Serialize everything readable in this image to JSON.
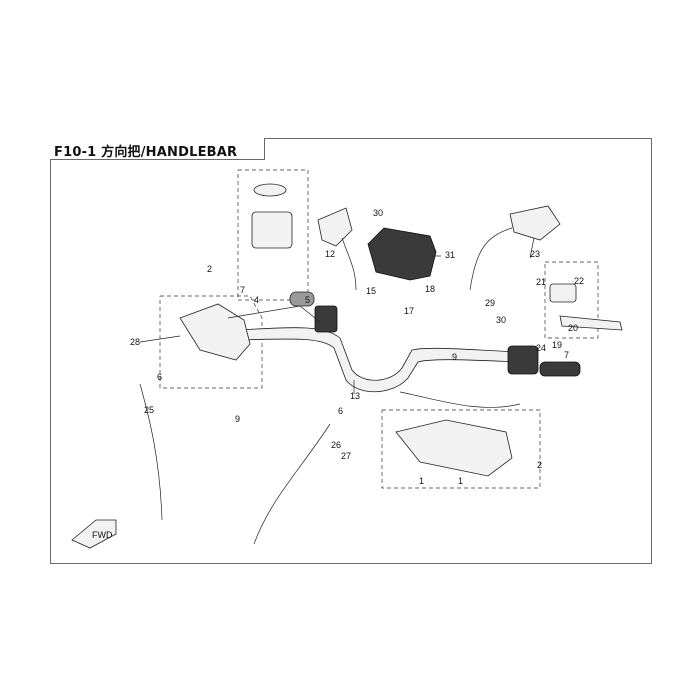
{
  "title": "F10-1 方向把/HANDLEBAR",
  "fwd_label": "FWD",
  "callouts": [
    "1",
    "1",
    "2",
    "2",
    "4",
    "5",
    "6",
    "6",
    "7",
    "7",
    "9",
    "9",
    "12",
    "13",
    "15",
    "17",
    "18",
    "19",
    "20",
    "21",
    "22",
    "23",
    "24",
    "25",
    "26",
    "27",
    "28",
    "29",
    "30",
    "30",
    "31"
  ]
}
